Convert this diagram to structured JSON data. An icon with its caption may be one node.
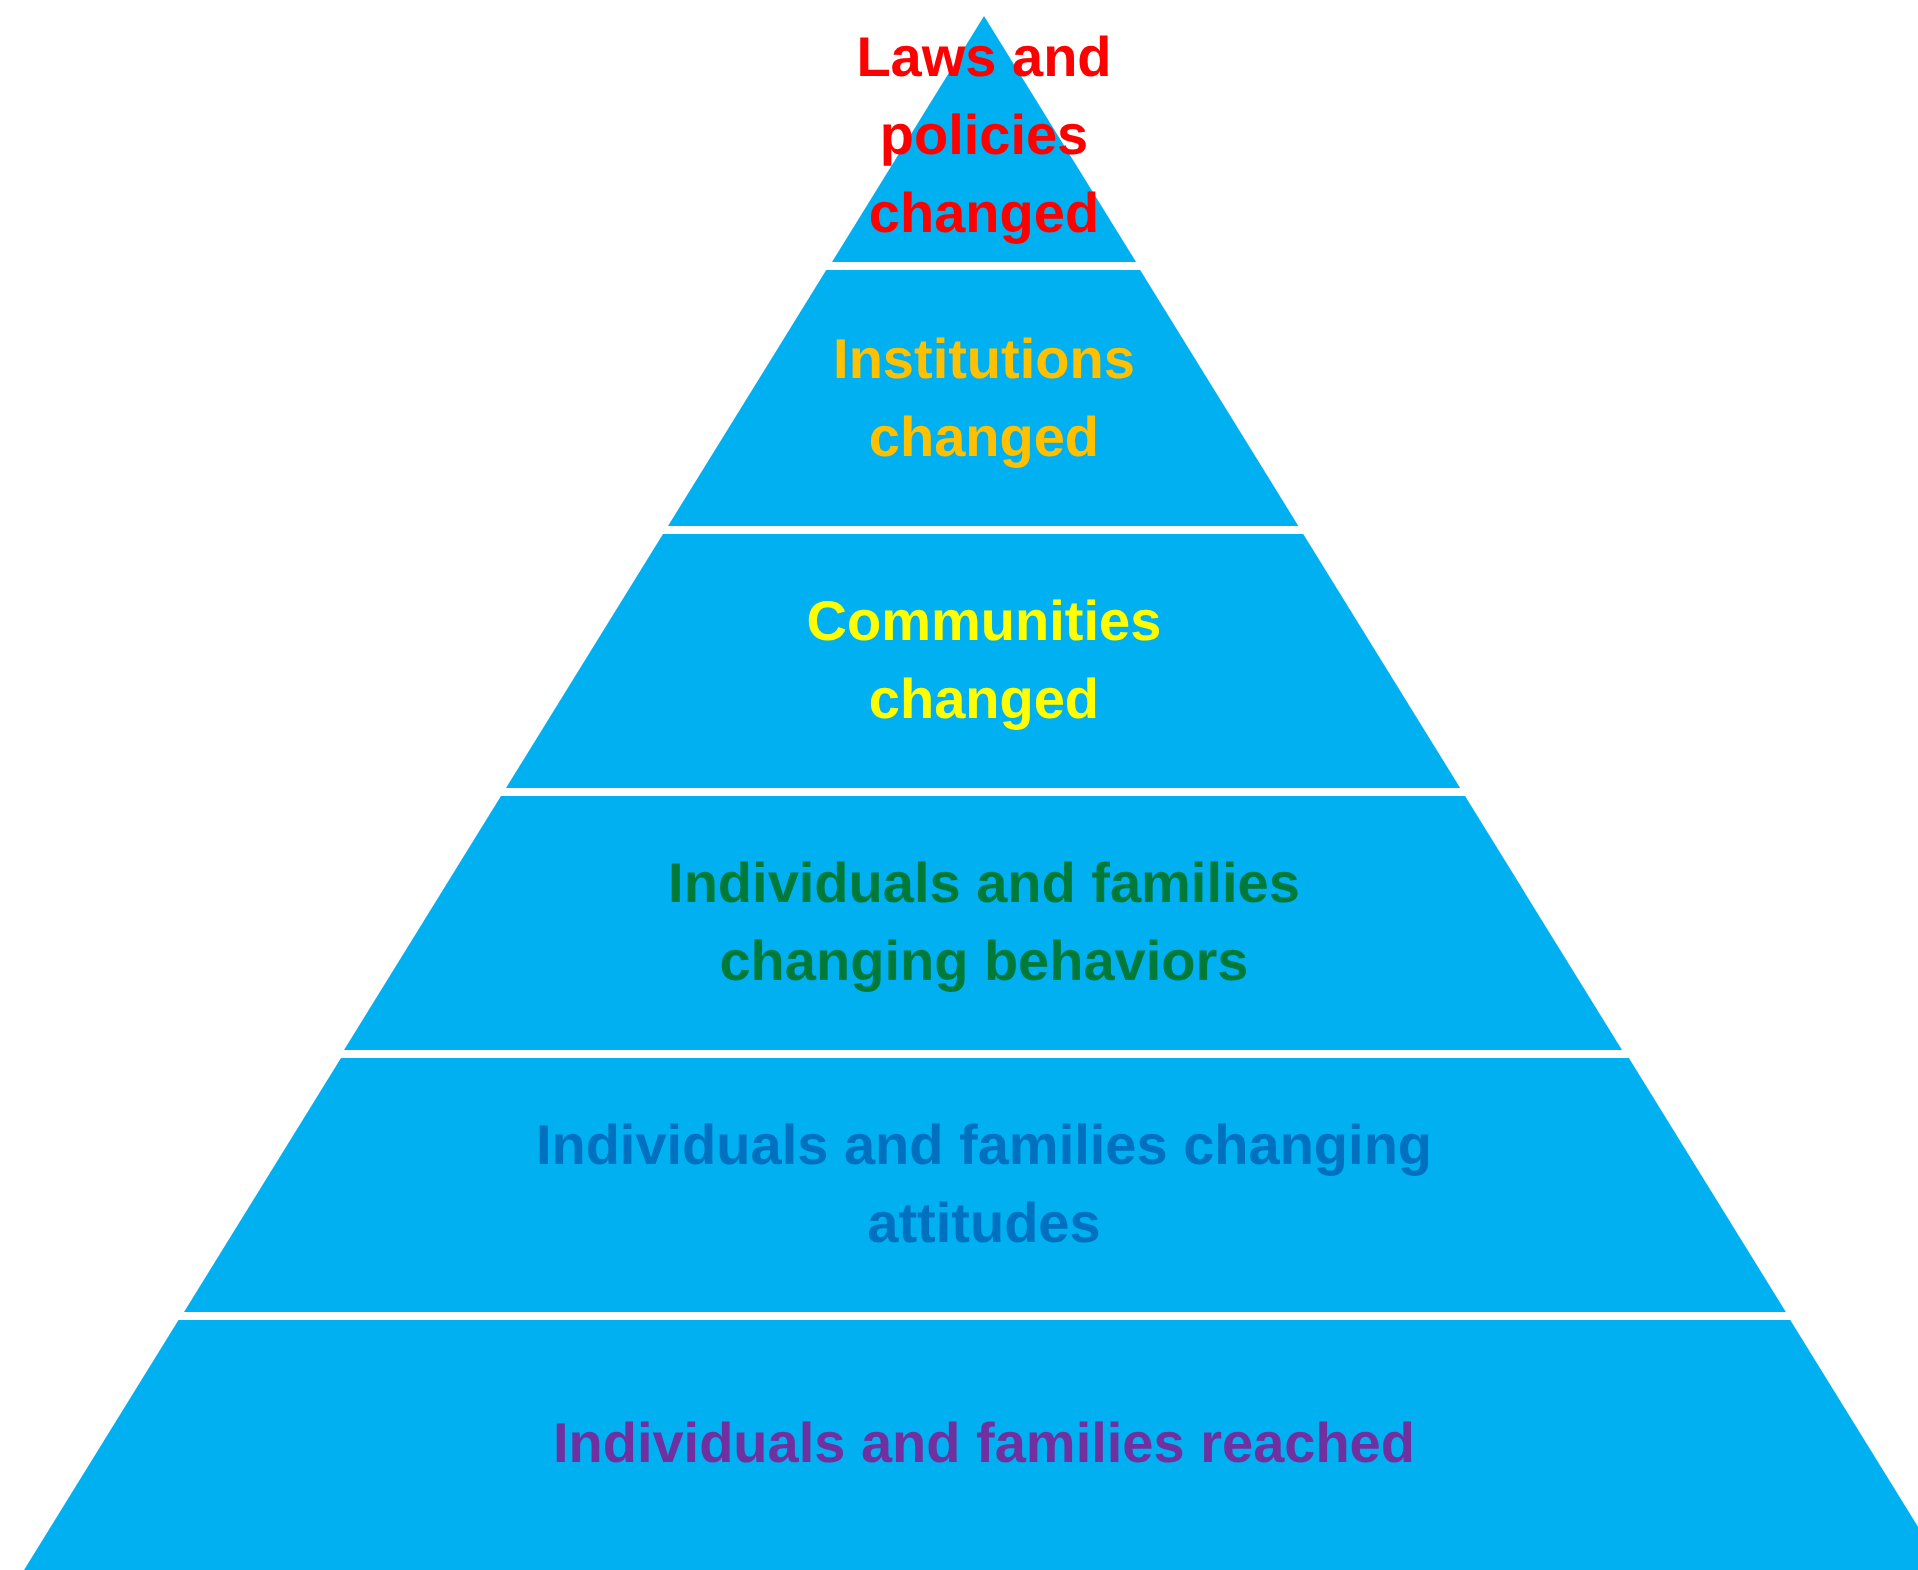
{
  "diagram": {
    "nodes": [
      {
        "text": [
          "Laws and policies changed"
        ]
      },
      {
        "text": [
          "Institutions changed"
        ]
      },
      {
        "text": [
          "Communities changed"
        ]
      },
      {
        "text": [
          "Individuals and families changing behaviors"
        ]
      },
      {
        "text": [
          "Individuals and families changing attitudes"
        ]
      },
      {
        "text": [
          "Individuals and families reached"
        ]
      }
    ]
  }
}
